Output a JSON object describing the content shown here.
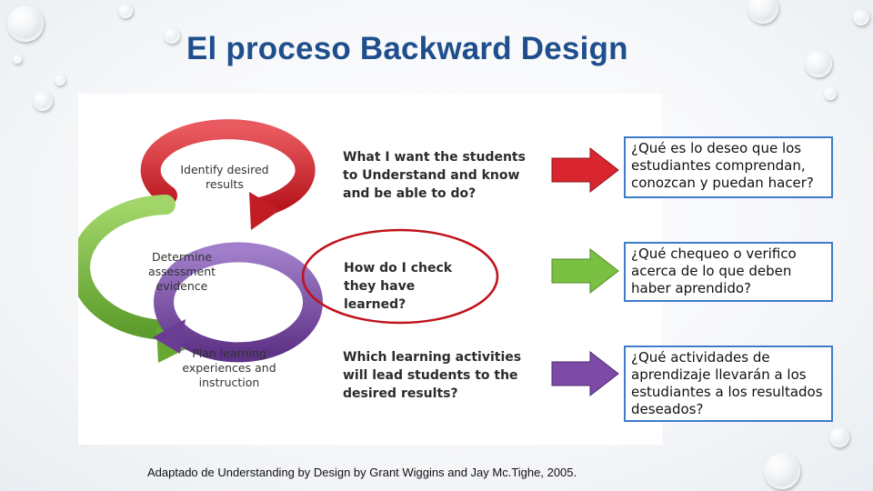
{
  "title": "El proceso Backward Design",
  "diagram": {
    "stages": [
      {
        "label": "Identify desired results",
        "color": "#d9262e"
      },
      {
        "label": "Determine assessment evidence",
        "color": "#7ac143"
      },
      {
        "label": "Plan learning experiences and instruction",
        "color": "#7d4aa8"
      }
    ],
    "questions": [
      "What I want the students to Understand and know and be able to do?",
      "How do I check they have learned?",
      "Which learning activities will lead students to the desired results?"
    ]
  },
  "translations": [
    {
      "text": "¿Qué es lo deseo que los estudiantes comprendan, conozcan y puedan hacer?",
      "arrow_color": "#d9262e"
    },
    {
      "text": "¿Qué chequeo o verifico acerca de lo que deben haber aprendido?",
      "arrow_color": "#7ac143"
    },
    {
      "text": "¿Qué actividades de aprendizaje llevarán a los estudiantes a los resultados deseados?",
      "arrow_color": "#7d4aa8"
    }
  ],
  "credit": "Adaptado de Understanding by Design by Grant Wiggins and Jay Mc.Tighe, 2005."
}
